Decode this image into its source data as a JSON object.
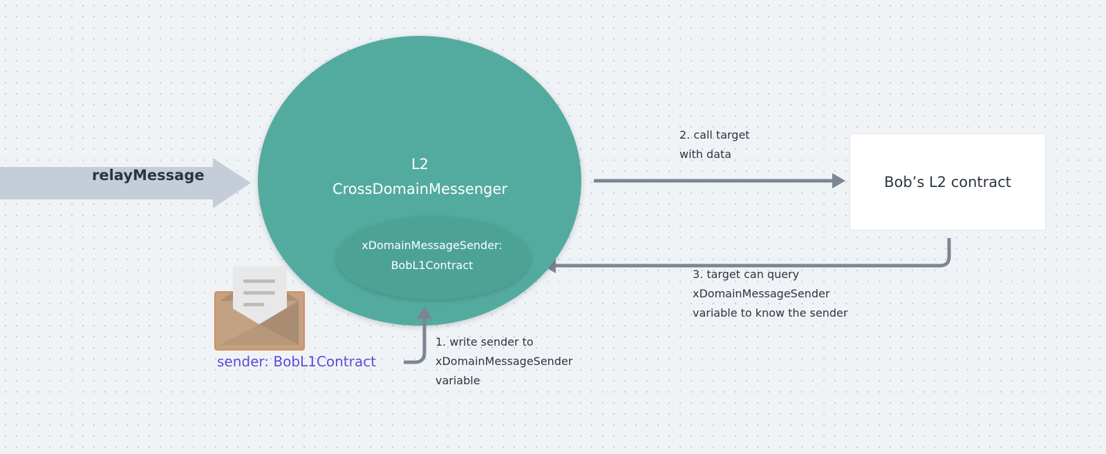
{
  "diagram": {
    "relay_arrow": {
      "label": "relayMessage"
    },
    "messenger": {
      "title_line1": "L2",
      "title_line2": "CrossDomainMessenger",
      "inner": {
        "line1": "xDomainMessageSender:",
        "line2": "BobL1Contract"
      }
    },
    "target": {
      "label": "Bob’s L2 contract"
    },
    "envelope": {
      "icon": "open-envelope-icon",
      "sender_label": "sender: BobL1Contract"
    },
    "steps": {
      "step1": [
        "1. write sender to",
        "xDomainMessageSender",
        "variable"
      ],
      "step2": [
        "2. call target",
        "with data"
      ],
      "step3": [
        "3. target can query",
        "xDomainMessageSender",
        "variable to know the sender"
      ]
    },
    "colors": {
      "background": "#f0f3f6",
      "messenger_fill": "#52ab9f",
      "inner_fill": "#4da296",
      "relay_arrow": "#c5ced8",
      "connector": "#7b8692",
      "sender_text": "#5b4bdb",
      "envelope_border": "#d58e58",
      "envelope_fill": "#c3a183",
      "envelope_shade": "#a98d72",
      "letter_paper": "#e8e8e8"
    }
  }
}
